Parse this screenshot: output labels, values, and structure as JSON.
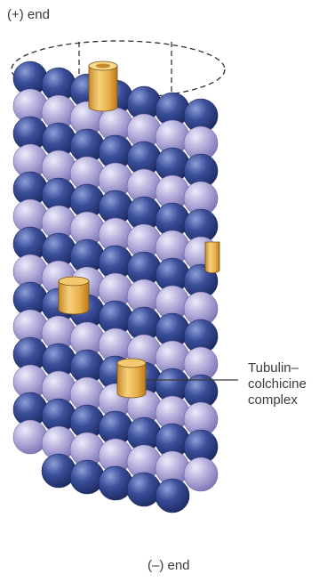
{
  "labels": {
    "plus_end": "(+) end",
    "minus_end": "(–) end",
    "complex_line1": "Tubulin–",
    "complex_line2": "colchicine",
    "complex_line3": "complex"
  },
  "colors": {
    "alpha_tubulin": "#2d3f86",
    "beta_tubulin": "#a49bd0",
    "colchicine_cap": "#e9b04e",
    "outline": "#3a3a3a"
  }
}
